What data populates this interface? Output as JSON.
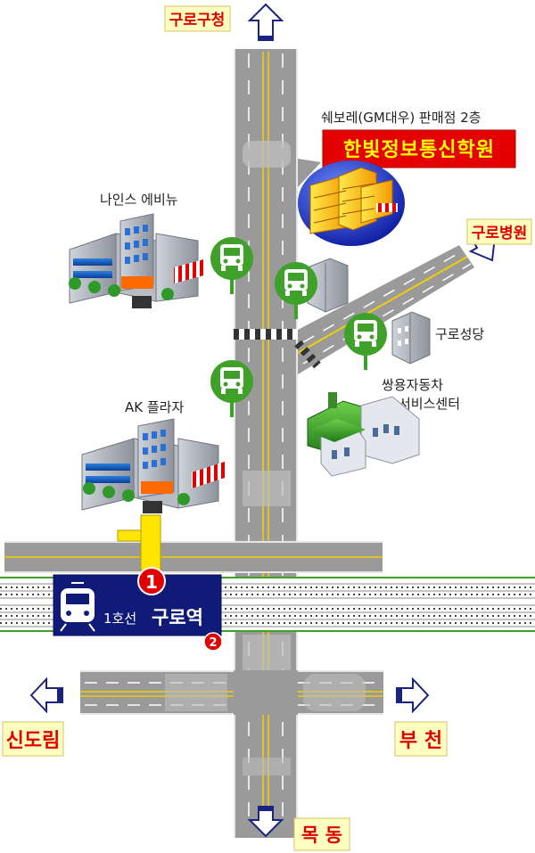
{
  "directions": {
    "north": "구로구청",
    "east_upper": "구로병원",
    "west": "신도림",
    "east": "부 천",
    "south": "목 동"
  },
  "places": {
    "chevrolet": "쉐보레(GM대우) 판매점 2층",
    "academy": "한빛정보통신학원",
    "nines": "나인스 에비뉴",
    "ak_plaza": "AK 플라자",
    "cathedral": "구로성당",
    "ssangyong_line1": "쌍용자동차",
    "ssangyong_line2": "서비스센터"
  },
  "station": {
    "line": "1호선",
    "name": "구로역",
    "exit_1": "1",
    "exit_2": "2"
  },
  "colors": {
    "road": "#9a9a9a",
    "road_center": "#f2d000",
    "label_bg": "#ffffc0",
    "label_text": "#e00000",
    "academy_bg": "#e40000",
    "station_bg": "#101a78",
    "bus_stop": "#3fa02a"
  },
  "icons": [
    "bus-stop-icon",
    "train-icon",
    "arrow-up-icon",
    "arrow-down-icon",
    "arrow-left-icon",
    "arrow-right-icon"
  ]
}
